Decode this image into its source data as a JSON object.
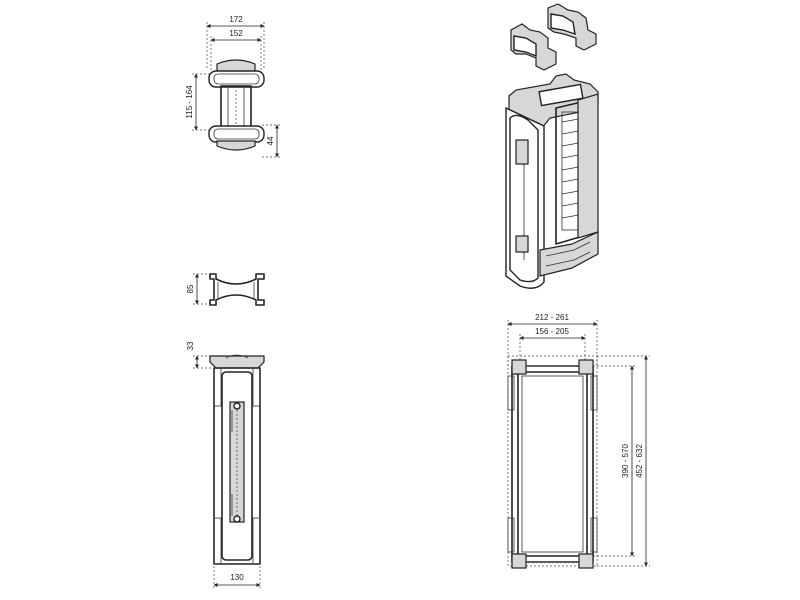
{
  "top_view": {
    "width_outer": "172",
    "width_inner": "152",
    "depth_range": "115 - 164",
    "offset": "44"
  },
  "side_view": {
    "bracket_height": "85",
    "top_height": "33",
    "base_width": "130"
  },
  "plan_view": {
    "width_outer_range": "212 - 261",
    "width_inner_range": "156 - 205",
    "length_inner_range": "390 - 570",
    "length_outer_range": "452 - 632"
  },
  "colors": {
    "line": "#222222",
    "fill": "#d7d7d7",
    "background": "#ffffff"
  }
}
